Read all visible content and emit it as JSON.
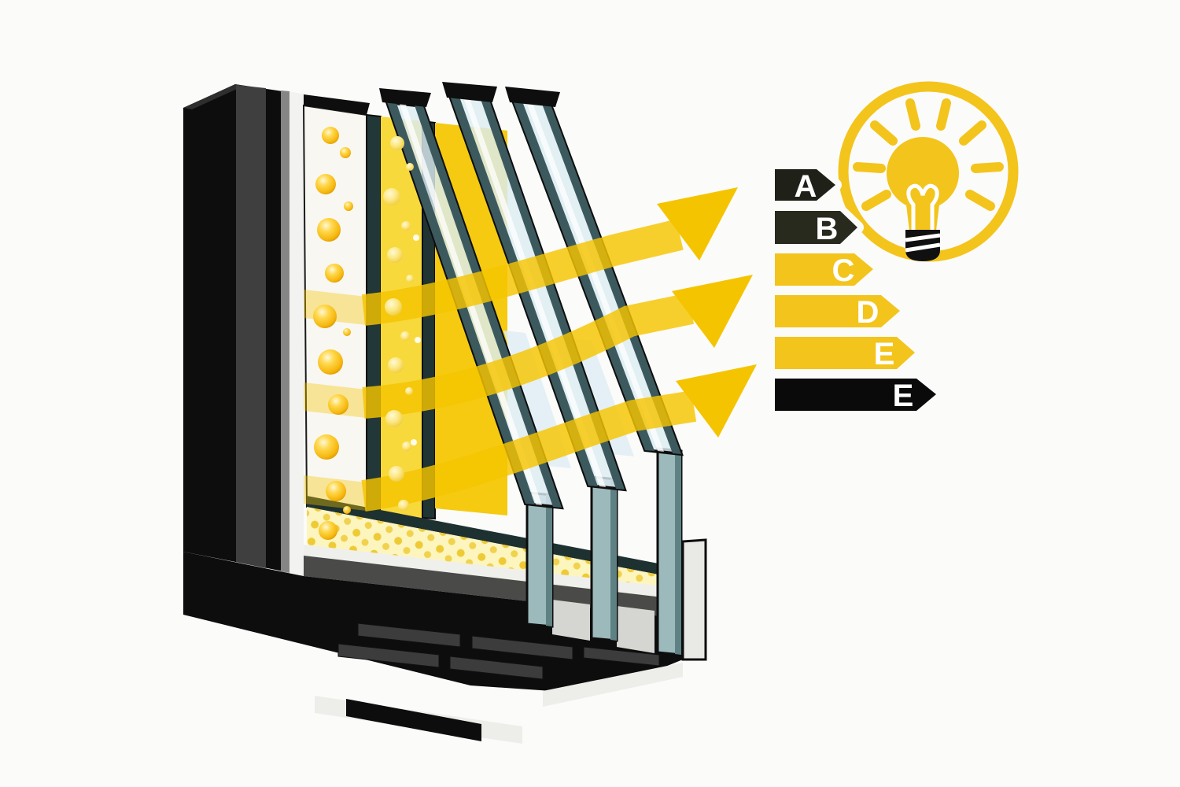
{
  "illustration": {
    "window": {
      "frame_color": "#0d0d0d",
      "frame_inner_trim_color": "#ededea",
      "glass_tint": "#dcebf2",
      "glass_edge_color": "#3c5a5e",
      "pane_edge_post_color": "#9cb9bb",
      "gas_fill_color": "#f8d93c",
      "gas_bubble_color": "#f6b70e",
      "spacer_strip_color": "#fdf5be",
      "spacer_dot_color": "#eecb35",
      "pane_count": 3
    },
    "sunlight_arrows": {
      "count": 3,
      "color": "#f5c400"
    },
    "energy_scale": {
      "letter_color": "#ffffff",
      "ratings": [
        {
          "label": "A",
          "color": "#1f2118"
        },
        {
          "label": "B",
          "color": "#272a1d"
        },
        {
          "label": "C",
          "color": "#f3c41c"
        },
        {
          "label": "D",
          "color": "#f3c41c"
        },
        {
          "label": "E",
          "color": "#f3c41c"
        },
        {
          "label": "E",
          "color": "#0a0a0a"
        }
      ]
    },
    "lightbulb": {
      "bulb_color": "#f3c41c",
      "ring_color": "#f3c41c",
      "base_color": "#101010",
      "filament_color": "#ffffff",
      "ray_count": 8
    }
  }
}
